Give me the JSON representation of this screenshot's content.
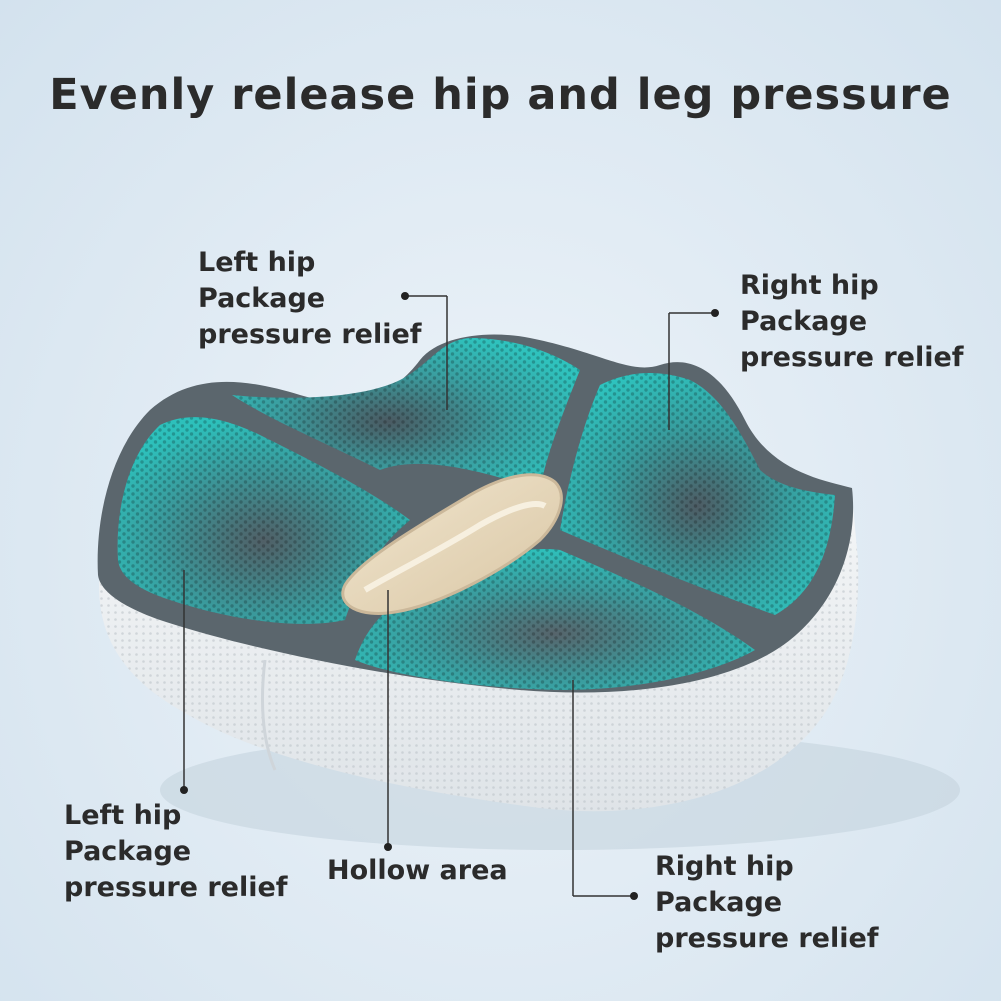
{
  "title": "Evenly release hip and leg pressure",
  "labels": {
    "top_left": {
      "line1": "Left hip",
      "line2": "Package",
      "line3": "pressure relief"
    },
    "top_right": {
      "line1": "Right hip",
      "line2": "Package",
      "line3": "pressure relief"
    },
    "bottom_left": {
      "line1": "Left hip",
      "line2": "Package",
      "line3": "pressure relief"
    },
    "hollow": {
      "text": "Hollow area"
    },
    "bottom_right": {
      "line1": "Right hip",
      "line2": "Package",
      "line3": "pressure relief"
    }
  },
  "colors": {
    "gel_teal": "#2fb5b1",
    "gel_dark": "#58656c",
    "foam_white": "#eceff1",
    "hollow_beige": "#e6d6b8",
    "text": "#2b2b2b"
  }
}
